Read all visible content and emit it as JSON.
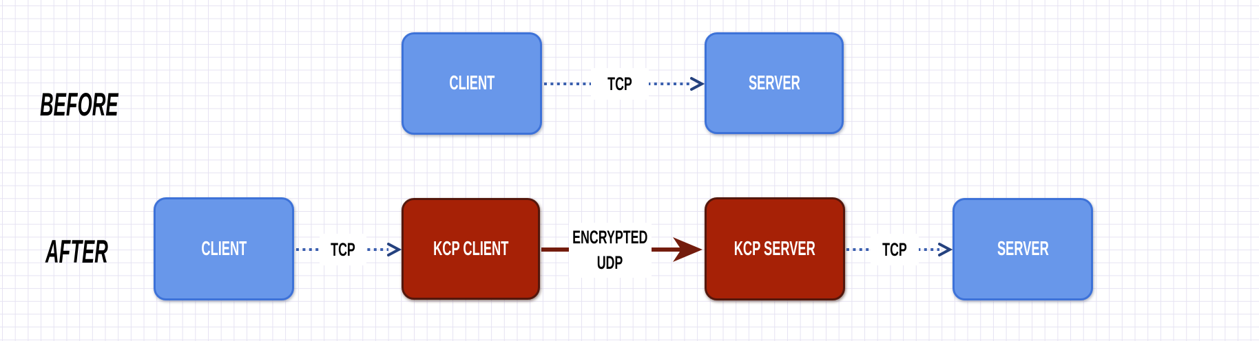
{
  "colors": {
    "blue_fill": "#6897EA",
    "blue_border": "#3D72D8",
    "red_fill": "#A62106",
    "red_border": "#54170C",
    "tcp_arrow_dots": "#3A5FAE",
    "tcp_arrowhead": "#24417E",
    "udp_arrow": "#731C0D",
    "grid_line": "#E5E2F2",
    "canvas_bg": "#FFFFFF",
    "row_label_text": "#000000",
    "node_text": "#FFFFFF",
    "link_text": "#000000"
  },
  "before": {
    "row_label": "BEFORE",
    "client_label": "CLIENT",
    "tcp_label": "TCP",
    "server_label": "SERVER"
  },
  "after": {
    "row_label": "AFTER",
    "client_label": "CLIENT",
    "tcp_left_label": "TCP",
    "kcp_client_label": "KCP CLIENT",
    "encrypted_line1": "ENCRYPTED",
    "encrypted_line2": "UDP",
    "kcp_server_label": "KCP SERVER",
    "tcp_right_label": "TCP",
    "server_label": "SERVER"
  }
}
